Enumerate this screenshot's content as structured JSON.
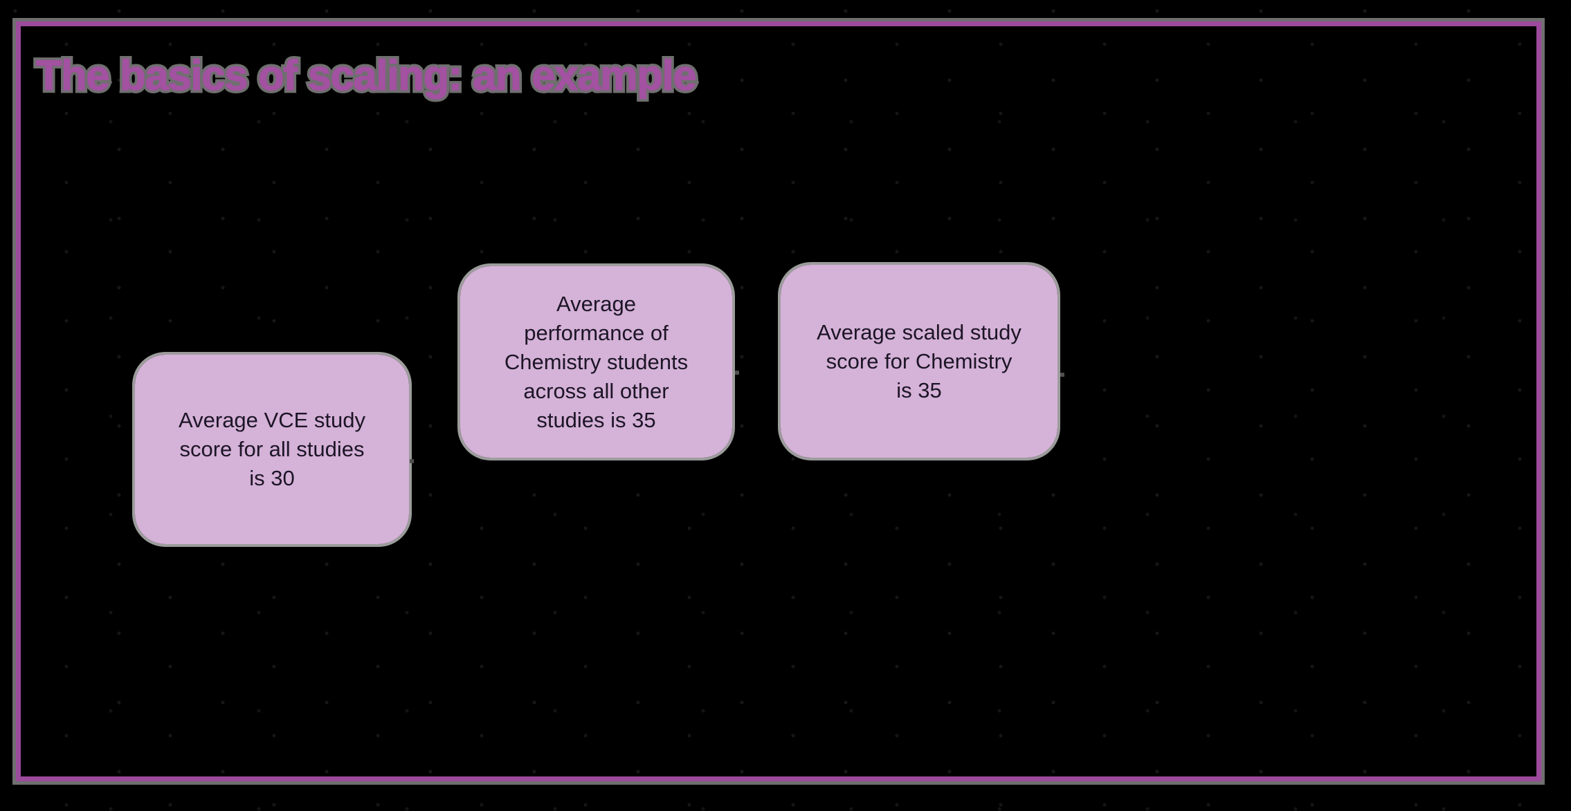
{
  "slide": {
    "title": "The basics of scaling: an example",
    "callouts": [
      {
        "id": "average-vce-study-score",
        "text": "Average VCE study\nscore for all studies\nis 30"
      },
      {
        "id": "average-performance-chemistry",
        "text": "Average\nperformance of\nChemistry students\nacross all other\nstudies is 35"
      },
      {
        "id": "average-scaled-score-chemistry",
        "text": "Average scaled study\nscore for Chemistry\nis 35"
      }
    ],
    "colors": {
      "canvas_bg": "#000000",
      "frame_purple": "#9c4a9c",
      "halo_gray": "#6f6f6f",
      "title_purple": "#a351a1",
      "callout_fill": "#d5b2d8",
      "callout_halo": "#9c9c9c",
      "callout_text": "#1c1526"
    }
  }
}
